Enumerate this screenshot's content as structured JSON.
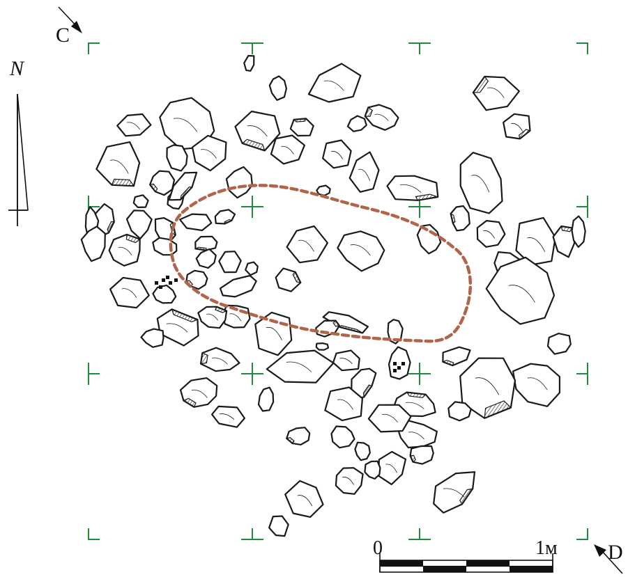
{
  "labels": {
    "section_start": "C",
    "section_end": "D",
    "north": "N",
    "scale_start": "0",
    "scale_end": "1м"
  },
  "colors": {
    "grid": "#1e8c3a",
    "outline": "#b0654a",
    "stone_stroke": "#1a1a1a",
    "ink": "#111111"
  },
  "icons": {
    "north_arrow": "north-arrow-icon",
    "section_arrow": "section-arrow-icon",
    "scale_bar": "scale-bar-icon"
  }
}
